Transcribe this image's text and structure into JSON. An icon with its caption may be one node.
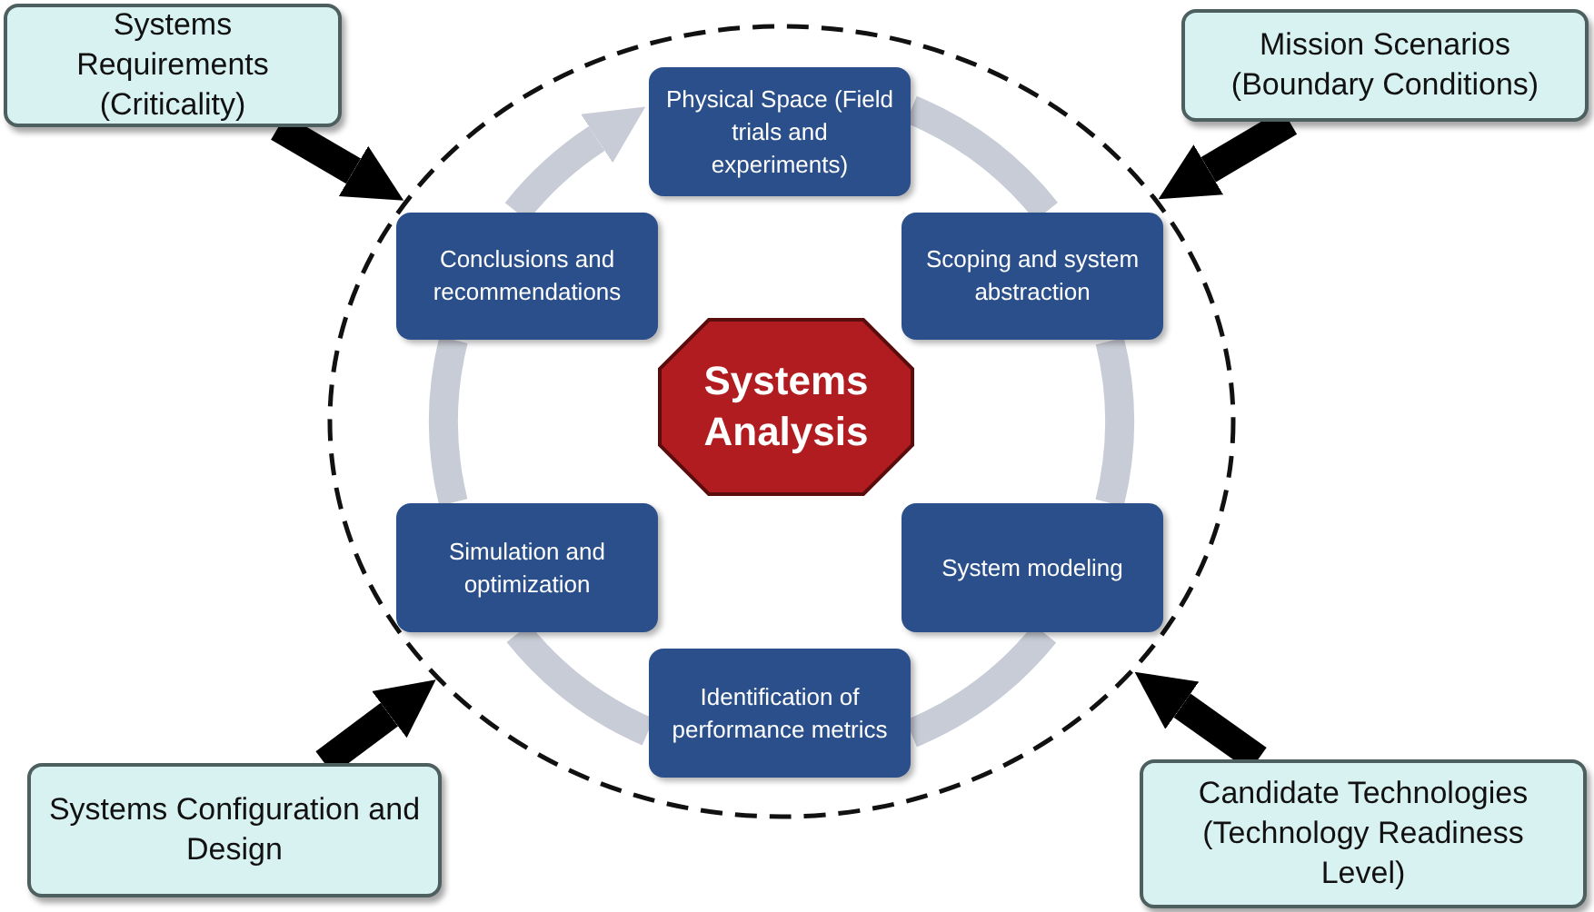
{
  "diagram": {
    "nodes": [
      {
        "text": [
          "Systems Requirements (Criticality)"
        ]
      },
      {
        "text": [
          "Mission Scenarios (Boundary Conditions)"
        ]
      },
      {
        "text": [],
        "shape": "circle"
      },
      {
        "text": [
          "Physical Space (Field trials and experiments)"
        ],
        "in": 2
      },
      {
        "text": [
          "Conclusions and recommendations"
        ],
        "in": 2
      },
      {
        "text": [
          "Scoping and system abstraction"
        ],
        "in": 2
      },
      {
        "text": [
          "Systems Analysis"
        ],
        "in": 2
      },
      {
        "text": [
          "Simulation and optimization"
        ],
        "in": 2
      },
      {
        "text": [
          "System modeling"
        ],
        "in": 2
      },
      {
        "text": [
          "Identification of performance metrics"
        ],
        "in": 2
      },
      {
        "text": [
          "Systems Configuration and Design"
        ]
      },
      {
        "text": [
          "Candidate Technologies (Technology Readiness Level)"
        ]
      }
    ],
    "edges": [
      {
        "from": 0,
        "to": 2,
        "arrow": "to",
        "color": "#000000"
      },
      {
        "from": 1,
        "to": 2,
        "arrow": "to",
        "color": "#000000"
      },
      {
        "from": 10,
        "to": 2,
        "arrow": "to",
        "color": "#000000"
      },
      {
        "from": 11,
        "to": 2,
        "arrow": "to",
        "color": "#000000"
      },
      {
        "from": 3,
        "to": 5,
        "arrow": "none"
      },
      {
        "from": 5,
        "to": 8,
        "arrow": "none"
      },
      {
        "from": 8,
        "to": 9,
        "arrow": "none"
      },
      {
        "from": 9,
        "to": 7,
        "arrow": "none"
      },
      {
        "from": 7,
        "to": 4,
        "arrow": "none"
      },
      {
        "from": 4,
        "to": 3,
        "arrow": "to"
      }
    ]
  }
}
